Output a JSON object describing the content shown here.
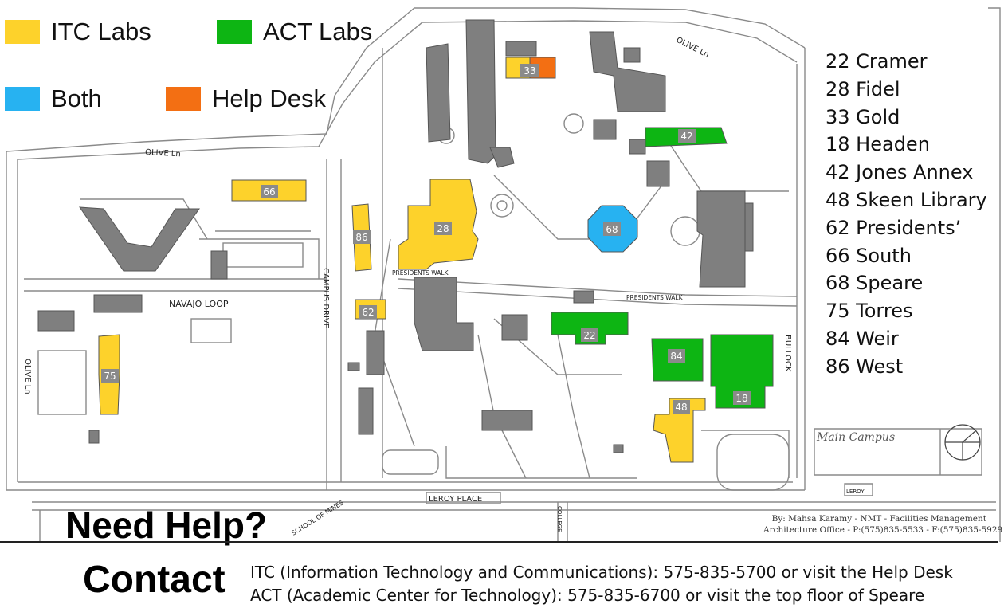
{
  "legend": {
    "itc": {
      "label": "ITC Labs",
      "color": "#fdd22b"
    },
    "act": {
      "label": "ACT Labs",
      "color": "#0db513"
    },
    "both": {
      "label": "Both",
      "color": "#27b2f1"
    },
    "help": {
      "label": "Help Desk",
      "color": "#f36f13"
    }
  },
  "building_list": [
    "22 Cramer",
    "28 Fidel",
    "33 Gold",
    "18 Headen",
    "42 Jones Annex",
    "48 Skeen Library",
    "62 Presidents’",
    "66 South",
    "68 Speare",
    "75 Torres",
    "84 Weir",
    "86 West"
  ],
  "map_labels": {
    "b28": "28",
    "b33": "33",
    "b42": "42",
    "b66": "66",
    "b86": "86",
    "b68": "68",
    "b62": "62",
    "b22": "22",
    "b84": "84",
    "b18": "18",
    "b48": "48",
    "b75": "75",
    "olive_top": "OLIVE Ln",
    "olive_mid": "OLIVE Ln",
    "olive_left": "OLIVE Ln",
    "navajo": "NAVAJO LOOP",
    "campus_drive": "CAMPUS DRIVE",
    "presidents_walk_1": "PRESIDENTS WALK",
    "presidents_walk_2": "PRESIDENTS WALK",
    "bullock": "BULLOCK",
    "leroy_place": "LEROY PLACE",
    "school_of_mines": "SCHOOL OF MINES",
    "college": "COLLEGE",
    "leroy": "LEROY",
    "main_campus": "Main Campus"
  },
  "help": {
    "title": "Need Help?"
  },
  "contact": {
    "title": "Contact",
    "itc_line": "ITC (Information Technology and Communications): 575-835-5700 or visit the Help Desk",
    "act_line": "ACT (Academic Center for Technology): 575-835-6700 or visit the top floor of Speare"
  },
  "credits": {
    "line1": "By: Mahsa Karamy - NMT - Facilities Management",
    "line2": "Architecture Office - P:(575)835-5533 - F:(575)835-5929"
  },
  "colors": {
    "building_gray": "#7f7f7f",
    "road_outline": "#8a8a8a"
  }
}
